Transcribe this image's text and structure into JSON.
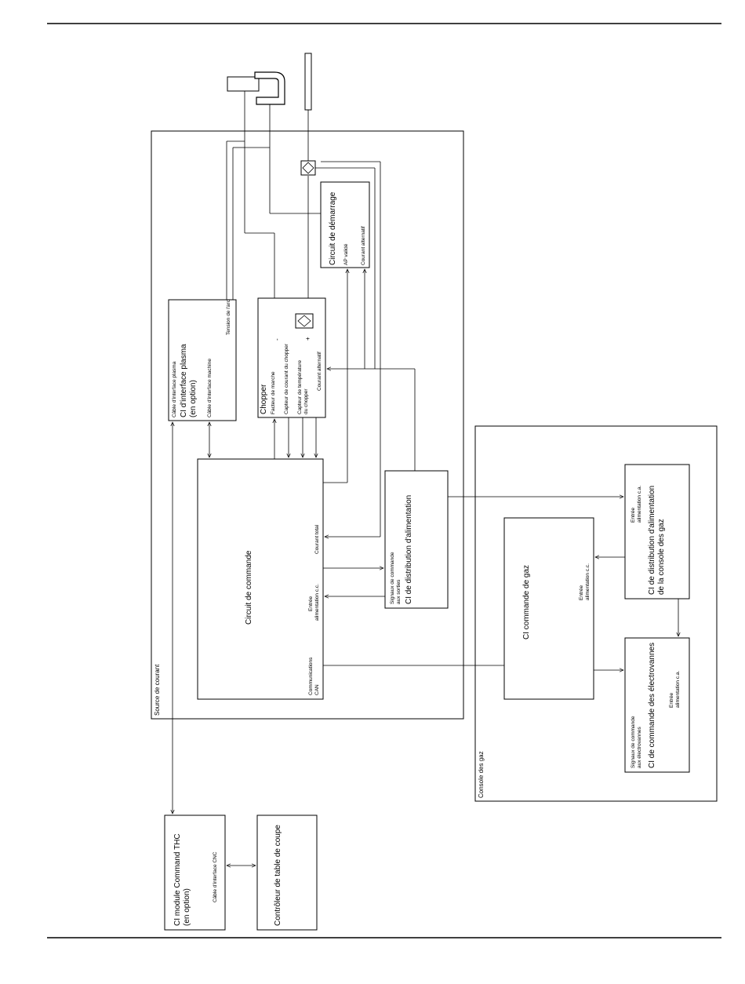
{
  "power_source": {
    "label": "Source de courant"
  },
  "gas_console": {
    "label": "Console des gaz"
  },
  "plasma_interface": {
    "title_line1": "CI d'interface plasma",
    "title_line2": "(en option)",
    "cable_plasma": "Câble d'interface plasma",
    "cable_machine": "Câble d'interface machine",
    "arc_voltage": "Tension de l'arc"
  },
  "chopper": {
    "title": "Chopper",
    "duty": "Facteur de marche",
    "current_sensor": "Capteur de courant du chopper",
    "temp_sensor_line1": "Capteur de température",
    "temp_sensor_line2": "du chopper",
    "ac_current": "Courant alternatif",
    "minus": "-",
    "plus": "+"
  },
  "start_circuit": {
    "title": "Circuit de démarrage",
    "ap_valid": "AP validé",
    "ac_current": "Courant alternatif"
  },
  "control_circuit": {
    "title": "Circuit de commande",
    "total_current": "Courant total",
    "dc_input_line1": "Entrée",
    "dc_input_line2": "alimentation c.c.",
    "can_line1": "Communications",
    "can_line2": "CAN"
  },
  "power_distribution": {
    "title": "CI de distribution d'alimentation",
    "signals_line1": "Signaux de commande",
    "signals_line2": "aux sorties"
  },
  "gas_control": {
    "title": "CI commande de gaz",
    "dc_input_line1": "Entrée",
    "dc_input_line2": "alimentation c.c."
  },
  "gas_power_distribution": {
    "title_line1": "CI de distribution d'alimentation",
    "title_line2": "de la console des gaz",
    "ac_input_line1": "Entrée",
    "ac_input_line2": "alimentation c.a."
  },
  "valve_control": {
    "title": "CI de commande des électrovannes",
    "signals_line1": "Signaux de commande",
    "signals_line2": "aux électrovannes",
    "ac_input_line1": "Entrée",
    "ac_input_line2": "alimentation c.a."
  },
  "thc_module": {
    "title_line1": "CI module Command THC",
    "title_line2": "(en option)",
    "cnc_cable": "Câble d'interface CNC"
  },
  "table_controller": {
    "title": "Contrôleur de table de coupe"
  }
}
